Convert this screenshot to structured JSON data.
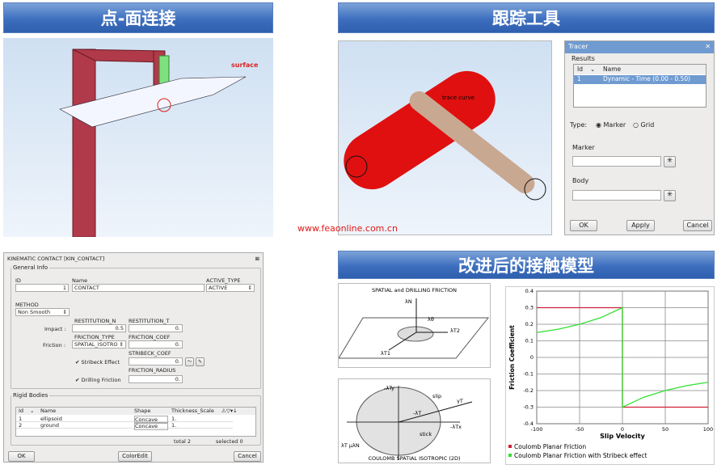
{
  "panels": {
    "point_surface": "点-面连接",
    "tracer": "跟踪工具",
    "improved_contact": "改进后的接触模型"
  },
  "watermark": "www.feaonline.com.cn",
  "scene1": {
    "label": "surface"
  },
  "scene2": {
    "label": "trace curve"
  },
  "tracer_dialog": {
    "title": "Tracer",
    "results_label": "Results",
    "columns": [
      "Id",
      "Name"
    ],
    "rows": [
      {
        "id": "1",
        "name": "Dynamic  - Time (0.00 - 0.50)"
      }
    ],
    "type_label": "Type:",
    "type_options": [
      "Marker",
      "Grid"
    ],
    "type_selected": "Marker",
    "marker_label": "Marker",
    "marker_value": "",
    "body_label": "Body",
    "body_value": "",
    "buttons": {
      "ok": "OK",
      "apply": "Apply",
      "cancel": "Cancel"
    }
  },
  "kin_dialog": {
    "title": "KINEMATIC CONTACT [KIN_CONTACT]",
    "general_info": "General Info",
    "id_label": "ID",
    "id_value": "1",
    "name_label": "Name",
    "name_value": "CONTACT",
    "active_type_label": "ACTIVE_TYPE",
    "active_type_value": "ACTIVE",
    "method_label": "METHOD",
    "method_value": "Non Smooth",
    "impact_label": "Impact :",
    "restitution_n_label": "RESTITUTION_N",
    "restitution_n": "0.5",
    "restitution_t_label": "RESTITUTION_T",
    "restitution_t": "0.",
    "friction_label": "Friction :",
    "friction_type_label": "FRICTION_TYPE",
    "friction_type": "SPATIAL_ISOTRO",
    "friction_coef_label": "FRICTION_COEF",
    "friction_coef": "0.",
    "stribeck_label": "Stribeck Effect",
    "stribeck_coef_label": "STRIBECK_COEF",
    "stribeck_coef": "0.",
    "drilling_label": "Drilling Friction",
    "friction_radius_label": "FRICTION_RADIUS",
    "friction_radius": "0.",
    "rigid_bodies": "Rigid Bodies",
    "columns": [
      "Id",
      "Name",
      "Shape",
      "Thickness_Scale"
    ],
    "rows": [
      {
        "id": "1",
        "name": "ellipsoid",
        "shape": "Concave",
        "scale": "1."
      },
      {
        "id": "2",
        "name": "ground",
        "shape": "Concave",
        "scale": "1."
      }
    ],
    "total": "total    2",
    "selected": "selected 0",
    "buttons": {
      "ok": "OK",
      "coloredit": "ColorEdit",
      "cancel": "Cancel"
    }
  },
  "diagram1": {
    "title": "SPATIAL and DRILLING FRICTION",
    "labels": [
      "λN",
      "λθ",
      "λT2",
      "λT1"
    ]
  },
  "diagram2": {
    "title": "COULOMB SPATIAL ISOTROPIC (2D)",
    "labels": [
      "-λTy",
      "slip",
      "γT",
      "-λT",
      "-λTx",
      "stick",
      "λT μλN"
    ]
  },
  "chart_data": {
    "type": "line",
    "xlabel": "Slip Velocity",
    "ylabel": "Friction Coefficient",
    "xlim": [
      -100,
      100
    ],
    "ylim": [
      -0.4,
      0.4
    ],
    "grid": true,
    "xticks": [
      "-100",
      "-50",
      "0",
      "50",
      "100"
    ],
    "yticks": [
      "0.4",
      "0.3",
      "0.2",
      "0.1",
      "0",
      "-0.1",
      "-0.2",
      "-0.3",
      "-0.4"
    ],
    "legend_position": "bottom",
    "series": [
      {
        "name": "Coulomb Planar Friction",
        "color": "#d0203a",
        "x": [
          -100,
          0,
          0,
          100
        ],
        "y": [
          0.3,
          0.3,
          -0.3,
          -0.3
        ]
      },
      {
        "name": "Coulomb Planar Friction with Stribeck effect",
        "color": "#33e033",
        "x": [
          -100,
          -75,
          -50,
          -25,
          0,
          0,
          25,
          50,
          75,
          100
        ],
        "y": [
          0.15,
          0.17,
          0.2,
          0.24,
          0.3,
          -0.3,
          -0.24,
          -0.2,
          -0.17,
          -0.15
        ]
      }
    ]
  }
}
